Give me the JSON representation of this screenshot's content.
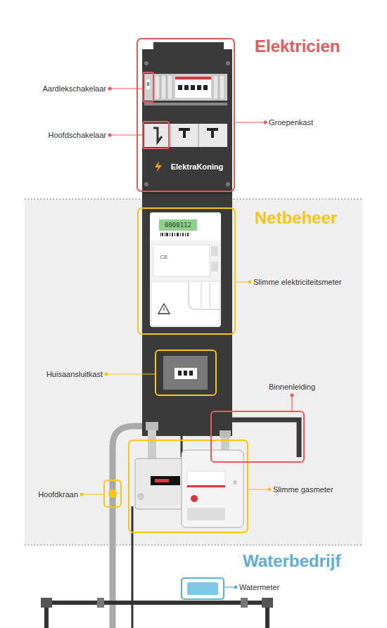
{
  "diagram": {
    "nodes": [
      {
        "text": [
          "Elektricien"
        ]
      },
      {
        "text": [
          "Netbeheer"
        ]
      },
      {
        "text": [
          "Waterbedrijf"
        ]
      }
    ],
    "labels": [
      "Aardlekschakelaar",
      "Hoofdschakelaar",
      "Groepenkast",
      "ElektraKoning",
      "0000112",
      "CE",
      "Slimme elektriciteitsmeter",
      "Huisaansluitkast",
      "Binnenleiding",
      "Hoofdkraan",
      "Slimme gasmeter",
      "Watermeter"
    ]
  }
}
